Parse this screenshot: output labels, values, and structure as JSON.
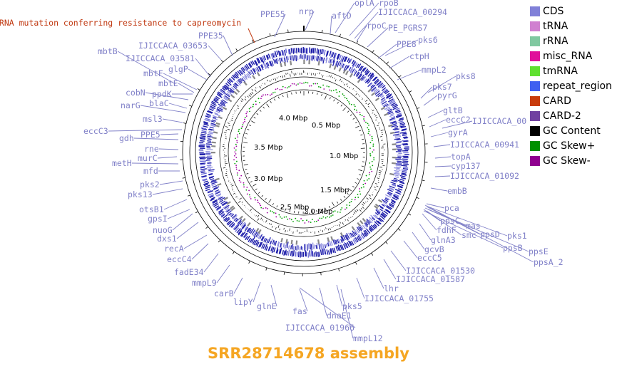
{
  "title": "SRR28714678 assembly",
  "card_annotation": "rRNA mutation conferring resistance to capreomycin",
  "legend": [
    {
      "label": "CDS",
      "color": "#8080d8"
    },
    {
      "label": "tRNA",
      "color": "#d080d0"
    },
    {
      "label": "rRNA",
      "color": "#80c8a0"
    },
    {
      "label": "misc_RNA",
      "color": "#e0109a"
    },
    {
      "label": "tmRNA",
      "color": "#60e030"
    },
    {
      "label": "repeat_region",
      "color": "#4060f0"
    },
    {
      "label": "CARD",
      "color": "#c83c0c"
    },
    {
      "label": "CARD-2",
      "color": "#7040a0"
    },
    {
      "label": "GC Content",
      "color": "#000000"
    },
    {
      "label": "GC Skew+",
      "color": "#009000"
    },
    {
      "label": "GC Skew-",
      "color": "#900090"
    }
  ],
  "scale_labels": [
    "0.5 Mbp",
    "1.0 Mbp",
    "1.5 Mbp",
    "2.0 Mbp",
    "2.5 Mbp",
    "3.0 Mbp",
    "3.5 Mbp",
    "4.0 Mbp"
  ],
  "genes": [
    {
      "label": "PPE55",
      "color": "#8080c8"
    },
    {
      "label": "nrp",
      "color": "#8080c8"
    },
    {
      "label": "aftD",
      "color": "#8080c8"
    },
    {
      "label": "oplA",
      "color": "#8080c8"
    },
    {
      "label": "rpoB",
      "color": "#8080c8"
    },
    {
      "label": "IJICCACA_00294",
      "color": "#8080c8"
    },
    {
      "label": "rpoC",
      "color": "#8080c8"
    },
    {
      "label": "PE_PGRS7",
      "color": "#8080c8"
    },
    {
      "label": "pks6",
      "color": "#8080c8"
    },
    {
      "label": "PPE8",
      "color": "#8080c8"
    },
    {
      "label": "ctpH",
      "color": "#8080c8"
    },
    {
      "label": "mmpL2",
      "color": "#8080c8"
    },
    {
      "label": "pks8",
      "color": "#8080c8"
    },
    {
      "label": "pks7",
      "color": "#8080c8"
    },
    {
      "label": "pyrG",
      "color": "#8080c8"
    },
    {
      "label": "gltB",
      "color": "#8080c8"
    },
    {
      "label": "eccC2",
      "color": "#8080c8"
    },
    {
      "label": "IJICCACA_00",
      "color": "#8080c8"
    },
    {
      "label": "gyrA",
      "color": "#8080c8"
    },
    {
      "label": "IJICCACA_00941",
      "color": "#8080c8"
    },
    {
      "label": "topA",
      "color": "#8080c8"
    },
    {
      "label": "cyp137",
      "color": "#8080c8"
    },
    {
      "label": "IJICCACA_01092",
      "color": "#8080c8"
    },
    {
      "label": "embB",
      "color": "#8080c8"
    },
    {
      "label": "pca",
      "color": "#8080c8"
    },
    {
      "label": "ppsC",
      "color": "#8080c8"
    },
    {
      "label": "mas",
      "color": "#8080c8"
    },
    {
      "label": "fdhF",
      "color": "#8080c8"
    },
    {
      "label": "smc",
      "color": "#8080c8"
    },
    {
      "label": "ppsD",
      "color": "#8080c8"
    },
    {
      "label": "pks1",
      "color": "#8080c8"
    },
    {
      "label": "glnA3",
      "color": "#8080c8"
    },
    {
      "label": "ppsB",
      "color": "#8080c8"
    },
    {
      "label": "ppsE",
      "color": "#8080c8"
    },
    {
      "label": "gcvB",
      "color": "#8080c8"
    },
    {
      "label": "ppsA_2",
      "color": "#8080c8"
    },
    {
      "label": "eccC5",
      "color": "#8080c8"
    },
    {
      "label": "IJICCACA_01530",
      "color": "#8080c8"
    },
    {
      "label": "IJICCACA_01587",
      "color": "#8080c8"
    },
    {
      "label": "lhr",
      "color": "#8080c8"
    },
    {
      "label": "IJICCACA_01755",
      "color": "#8080c8"
    },
    {
      "label": "pks5",
      "color": "#8080c8"
    },
    {
      "label": "dnaE1",
      "color": "#8080c8"
    },
    {
      "label": "mmpL12",
      "color": "#a0a0d8"
    },
    {
      "label": "IJICCACA_01966",
      "color": "#8080c8"
    },
    {
      "label": "fas",
      "color": "#8080c8"
    },
    {
      "label": "glnE",
      "color": "#8080c8"
    },
    {
      "label": "lipY",
      "color": "#8080c8"
    },
    {
      "label": "carB",
      "color": "#8080c8"
    },
    {
      "label": "mmpL9",
      "color": "#8080c8"
    },
    {
      "label": "fadE34",
      "color": "#8080c8"
    },
    {
      "label": "eccC4",
      "color": "#8080c8"
    },
    {
      "label": "recA",
      "color": "#8080c8"
    },
    {
      "label": "dxs1",
      "color": "#8080c8"
    },
    {
      "label": "nuoG",
      "color": "#8080c8"
    },
    {
      "label": "gpsI",
      "color": "#8080c8"
    },
    {
      "label": "otsB1",
      "color": "#8080c8"
    },
    {
      "label": "pks13",
      "color": "#8080c8"
    },
    {
      "label": "pks2",
      "color": "#8080c8"
    },
    {
      "label": "mfd",
      "color": "#8080c8"
    },
    {
      "label": "metH",
      "color": "#8080c8"
    },
    {
      "label": "murC",
      "color": "#8080c8"
    },
    {
      "label": "rne",
      "color": "#8080c8"
    },
    {
      "label": "gdh",
      "color": "#8080c8"
    },
    {
      "label": "PPE5",
      "color": "#8080c8"
    },
    {
      "label": "eccC3",
      "color": "#8080c8"
    },
    {
      "label": "msl3",
      "color": "#8080c8"
    },
    {
      "label": "narG",
      "color": "#8080c8"
    },
    {
      "label": "blaC",
      "color": "#8080c8"
    },
    {
      "label": "cobN",
      "color": "#8080c8"
    },
    {
      "label": "ppdK",
      "color": "#8080c8"
    },
    {
      "label": "mbtE",
      "color": "#8080c8"
    },
    {
      "label": "mbtF",
      "color": "#8080c8"
    },
    {
      "label": "glgP",
      "color": "#8080c8"
    },
    {
      "label": "mbtB",
      "color": "#8080c8"
    },
    {
      "label": "IJICCACA_03581",
      "color": "#8080c8"
    },
    {
      "label": "IJICCACA_03653",
      "color": "#8080c8"
    },
    {
      "label": "PPE35",
      "color": "#8080c8"
    }
  ]
}
